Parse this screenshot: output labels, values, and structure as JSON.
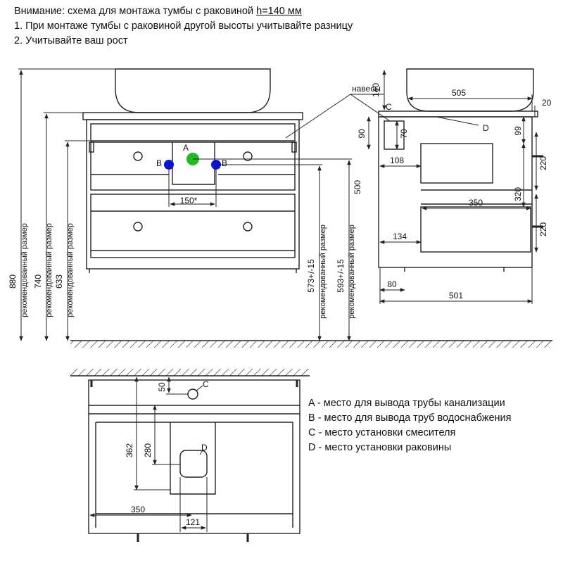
{
  "header": {
    "line1_prefix": "Внимание: схема для монтажа тумбы с раковиной ",
    "line1_height": "h=140 мм",
    "line2": "1. При монтаже тумбы с раковиной другой высоты учитывайте разницу",
    "line3": "2. Учитывайте ваш рост"
  },
  "front": {
    "dims": {
      "d880": "880",
      "d740": "740",
      "d633": "633",
      "d573": "573+/-15",
      "d593": "593+/-15",
      "d500": "500",
      "d150": "150*"
    },
    "rec_label": "рекомендованный размер",
    "labels": {
      "a": "A",
      "b": "B"
    }
  },
  "side": {
    "dims": {
      "d140": "140",
      "d505": "505",
      "d20": "20",
      "d90": "90",
      "d70": "70",
      "d99": "99",
      "d108": "108",
      "d220a": "220",
      "d320": "320",
      "d350": "350",
      "d220b": "220",
      "d134": "134",
      "d80": "80",
      "d501": "501"
    },
    "labels": {
      "hinges": "навесы",
      "c": "C",
      "d": "D"
    }
  },
  "bottom": {
    "dims": {
      "d50": "50",
      "d362": "362",
      "d280": "280",
      "d350": "350",
      "d121": "121"
    },
    "labels": {
      "c": "C",
      "d": "D"
    }
  },
  "legend": [
    "A - место для вывода трубы канализации",
    "B - место для вывода труб водоснабжения",
    "C - место установки смесителя",
    "D - место установки раковины"
  ],
  "colors": {
    "line": "#222222",
    "marker_a": "#22bb22",
    "marker_b": "#1010dd"
  }
}
